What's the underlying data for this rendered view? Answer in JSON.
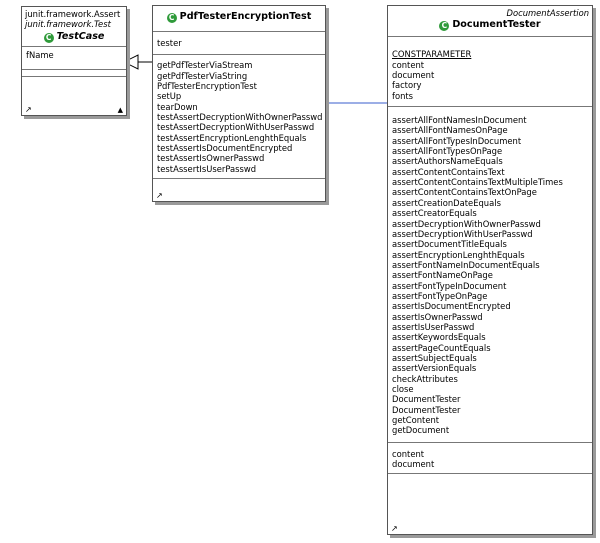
{
  "test_case": {
    "package": "junit.framework.Assert",
    "interface": "junit.framework.Test",
    "name": "TestCase",
    "icon": "abstract-class-icon",
    "fields": [
      "fName"
    ]
  },
  "pdf_tester": {
    "name": "PdfTesterEncryptionTest",
    "icon": "class-icon",
    "fields": [
      "tester"
    ],
    "methods": [
      "getPdfTesterViaStream",
      "getPdfTesterViaString",
      "PdfTesterEncryptionTest",
      "setUp",
      "tearDown",
      "testAssertDecryptionWithOwnerPasswd",
      "testAssertDecryptionWithUserPasswd",
      "testAssertEncryptionLenghthEquals",
      "testAssertIsDocumentEncrypted",
      "testAssertIsOwnerPasswd",
      "testAssertIsUserPasswd"
    ]
  },
  "document_tester": {
    "stereotype": "DocumentAssertion",
    "name": "DocumentTester",
    "icon": "class-icon",
    "constants_label": "CONSTPARAMETER",
    "fields": [
      "content",
      "document",
      "factory",
      "fonts"
    ],
    "methods": [
      "assertAllFontNamesInDocument",
      "assertAllFontNamesOnPage",
      "assertAllFontTypesInDocument",
      "assertAllFontTypesOnPage",
      "assertAuthorsNameEquals",
      "assertContentContainsText",
      "assertContentContainsTextMultipleTimes",
      "assertContentContainsTextOnPage",
      "assertCreationDateEquals",
      "assertCreatorEquals",
      "assertDecryptionWithOwnerPasswd",
      "assertDecryptionWithUserPasswd",
      "assertDocumentTitleEquals",
      "assertEncryptionLenghthEquals",
      "assertFontNameInDocumentEquals",
      "assertFontNameOnPage",
      "assertFontTypeInDocument",
      "assertFontTypeOnPage",
      "assertIsDocumentEncrypted",
      "assertIsOwnerPasswd",
      "assertIsUserPasswd",
      "assertKeywordsEquals",
      "assertPageCountEquals",
      "assertSubjectEquals",
      "assertVersionEquals",
      "checkAttributes",
      "close",
      "DocumentTester",
      "DocumentTester",
      "getContent",
      "getDocument"
    ],
    "properties": [
      "content",
      "document"
    ]
  },
  "colors": {
    "class_icon": "#2f9a3a",
    "association_line": "#3a5ccc",
    "border": "#555555",
    "shadow": "#9a9a9a"
  }
}
